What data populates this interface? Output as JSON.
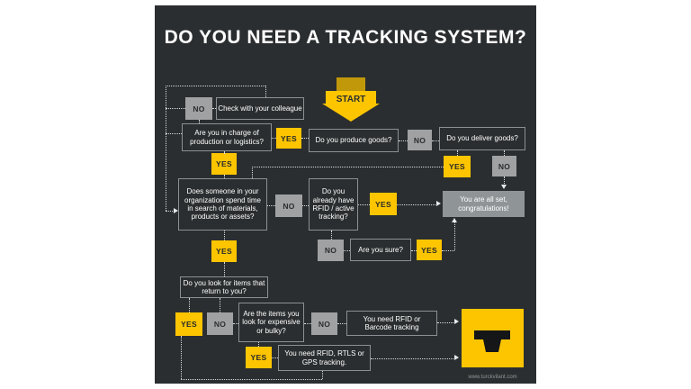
{
  "title": "DO YOU NEED A TRACKING SYSTEM?",
  "start": "START",
  "website": "www.turckvilant.com",
  "labels": {
    "yes": "YES",
    "no": "NO"
  },
  "nodes": {
    "check_colleague": "Check with your colleague",
    "in_charge": "Are you in charge of production or logistics?",
    "produce_goods": "Do you produce goods?",
    "deliver_goods": "Do you deliver goods?",
    "does_someone": "Does someone in your organization spend time in search of materials, products or assets?",
    "already_rfid": "Do you already have RFID / active tracking?",
    "all_set": "You are all set, congratulations!",
    "are_you_sure": "Are you sure?",
    "look_items": "Do you look for items that return to you?",
    "expensive_bulky": "Are the items you look for expensive or bulky?",
    "need_rfid_barcode": "You need RFID or Barcode tracking",
    "need_rfid_rtls": "You need RFID, RTLS or GPS tracking."
  },
  "colors": {
    "background": "#2b2e30",
    "accent_yellow": "#fdc500",
    "no_gray": "#9fa1a3",
    "result_gray": "#8f9597",
    "line": "#d9dcdd",
    "page": "#ffffff"
  }
}
